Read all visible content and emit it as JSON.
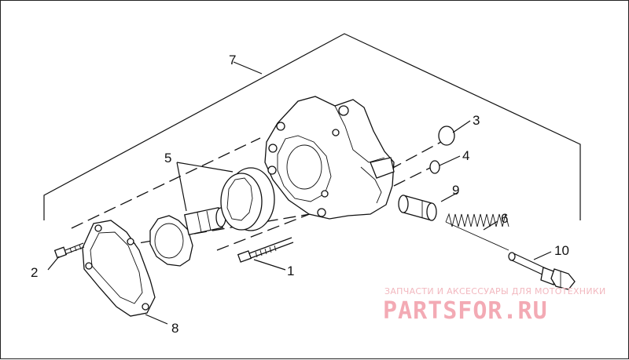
{
  "callouts": {
    "c1": "1",
    "c2": "2",
    "c3": "3",
    "c4": "4",
    "c5": "5",
    "c6": "6",
    "c7": "7",
    "c8": "8",
    "c9": "9",
    "c10": "10"
  },
  "watermark": {
    "top_text": "ЗАПЧАСТИ И АКСЕССУАРЫ ДЛЯ МОТОТЕХНИКИ",
    "brand_text": "PARTSFOR.RU",
    "color": "#f3aab4"
  }
}
